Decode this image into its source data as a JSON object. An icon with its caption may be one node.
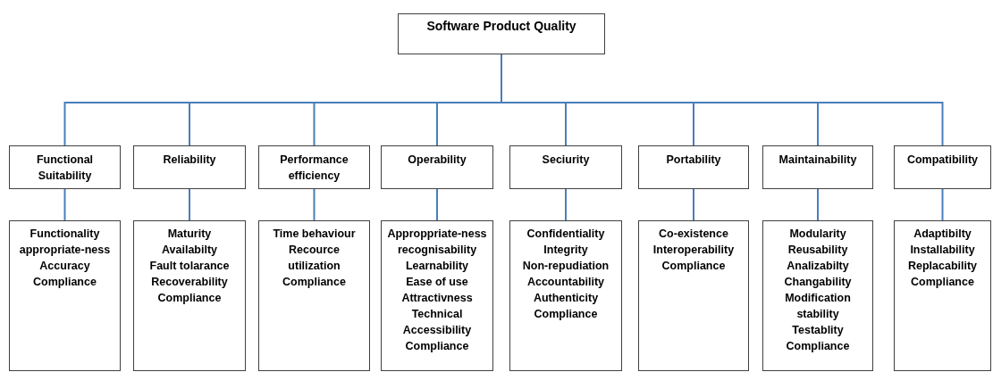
{
  "diagram": {
    "nodes": [
      {
        "text": [
          "Software Product Quality"
        ]
      },
      {
        "text": [
          "Functional Suitability"
        ]
      },
      {
        "text": [
          "Reliability"
        ]
      },
      {
        "text": [
          "Performance efficiency"
        ]
      },
      {
        "text": [
          "Operability"
        ]
      },
      {
        "text": [
          "Seciurity"
        ]
      },
      {
        "text": [
          "Portability"
        ]
      },
      {
        "text": [
          "Maintainability"
        ]
      },
      {
        "text": [
          "Compatibility"
        ]
      },
      {
        "text": [
          "Functionality appropriate-ness",
          "Accuracy",
          "Compliance"
        ]
      },
      {
        "text": [
          "Maturity",
          "Availabilty",
          "Fault tolarance",
          "Recoverability",
          "Compliance"
        ]
      },
      {
        "text": [
          "Time behaviour",
          "Recource utilization",
          "Compliance"
        ]
      },
      {
        "text": [
          "Approppriate-ness recognisability",
          "Learnability",
          "Ease of use",
          "Attractivness",
          "Technical Accessibility",
          "Compliance"
        ]
      },
      {
        "text": [
          "Confidentiality",
          "Integrity",
          "Non-repudiation",
          "Accountability",
          "Authenticity",
          "Compliance"
        ]
      },
      {
        "text": [
          "Co-existence",
          "Interoperability",
          "Compliance"
        ]
      },
      {
        "text": [
          "Modularity",
          "Reusability",
          "Analizabilty",
          "Changability",
          "Modification stability",
          "Testablity",
          "Compliance"
        ]
      },
      {
        "text": [
          "Adaptibilty",
          "Installability",
          "Replacability",
          "Compliance"
        ]
      }
    ],
    "edges": [
      {
        "from": 0,
        "to": 1,
        "arrow": "none"
      },
      {
        "from": 0,
        "to": 2,
        "arrow": "none"
      },
      {
        "from": 0,
        "to": 3,
        "arrow": "none"
      },
      {
        "from": 0,
        "to": 4,
        "arrow": "none"
      },
      {
        "from": 0,
        "to": 5,
        "arrow": "none"
      },
      {
        "from": 0,
        "to": 6,
        "arrow": "none"
      },
      {
        "from": 0,
        "to": 7,
        "arrow": "none"
      },
      {
        "from": 0,
        "to": 8,
        "arrow": "none"
      },
      {
        "from": 1,
        "to": 9,
        "arrow": "none"
      },
      {
        "from": 2,
        "to": 10,
        "arrow": "none"
      },
      {
        "from": 3,
        "to": 11,
        "arrow": "none"
      },
      {
        "from": 4,
        "to": 12,
        "arrow": "none"
      },
      {
        "from": 5,
        "to": 13,
        "arrow": "none"
      },
      {
        "from": 6,
        "to": 14,
        "arrow": "none"
      },
      {
        "from": 7,
        "to": 15,
        "arrow": "none"
      },
      {
        "from": 8,
        "to": 16,
        "arrow": "none"
      }
    ]
  }
}
